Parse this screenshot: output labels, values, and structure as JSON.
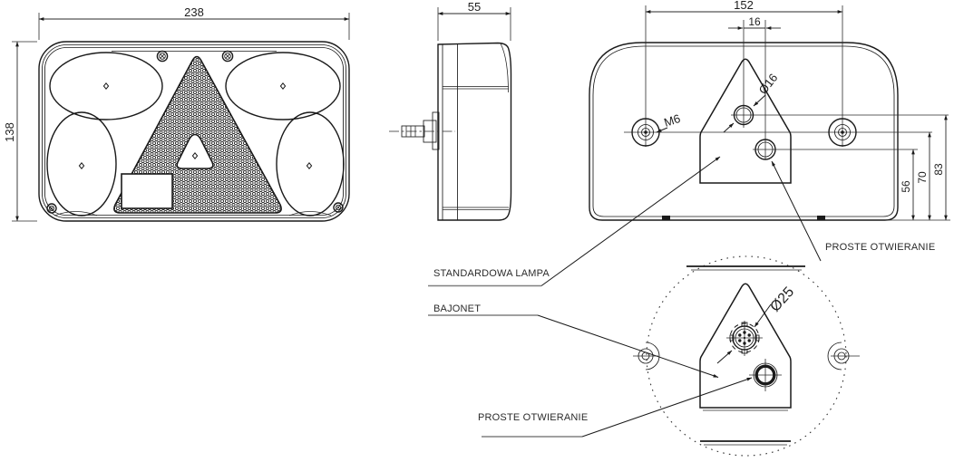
{
  "drawing": {
    "background": "#ffffff",
    "line_color": "#1a1a1a",
    "underline_color": "#808080",
    "front_view": {
      "width_dim": "238",
      "height_dim": "138"
    },
    "side_view": {
      "depth_dim": "55"
    },
    "rear_view": {
      "stud_spacing_dim": "152",
      "hole_spacing_dim": "16",
      "upper_hole_diameter": "Ø16",
      "stud_thread": "M6",
      "lower_hole_height_dim": "56",
      "stud_height_dim": "70",
      "upper_hole_height_dim": "83",
      "opening_label": "PROSTE OTWIERANIE"
    },
    "detail_view": {
      "bayonet_diameter": "Ø25",
      "standard_lamp_label": "STANDARDOWA LAMPA",
      "bayonet_label": "BAJONET",
      "opening_label": "PROSTE OTWIERANIE"
    }
  }
}
